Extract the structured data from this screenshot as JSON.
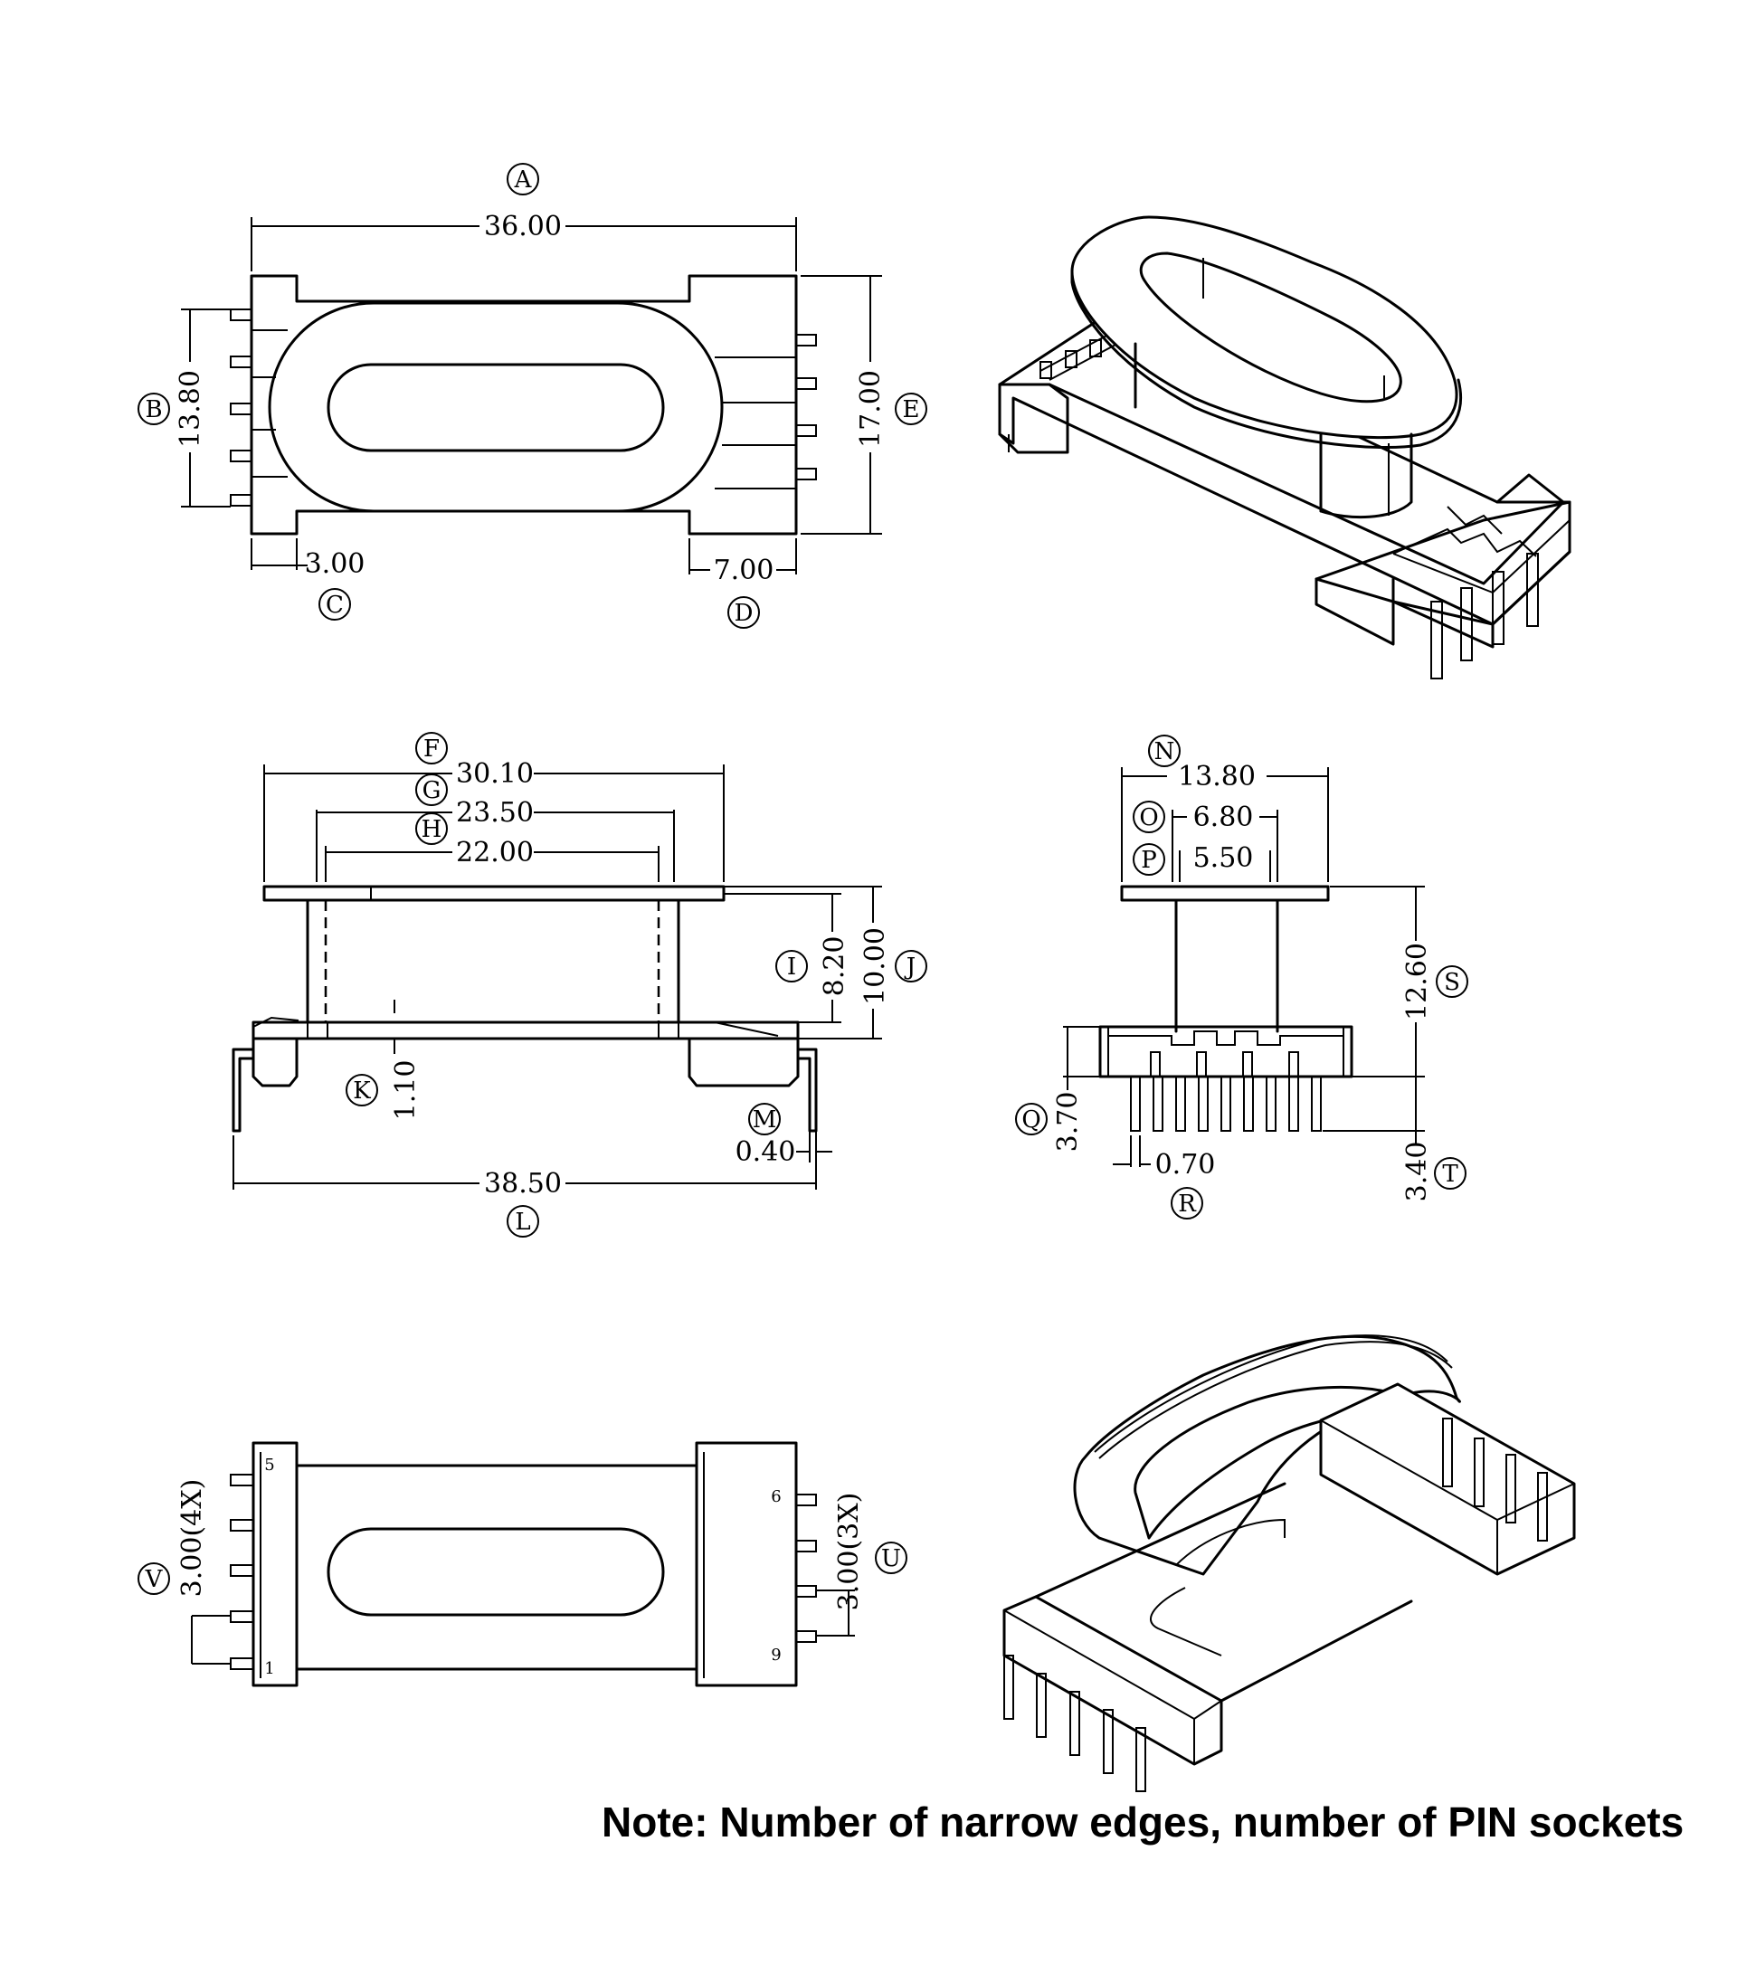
{
  "note": "Note: Number of narrow edges, number of PIN sockets",
  "top_view": {
    "dims": [
      {
        "letter": "A",
        "value": "36.00"
      },
      {
        "letter": "B",
        "value": "13.80"
      },
      {
        "letter": "C",
        "value": "3.00"
      },
      {
        "letter": "D",
        "value": "7.00"
      },
      {
        "letter": "E",
        "value": "17.00"
      }
    ]
  },
  "front_view": {
    "dims": [
      {
        "letter": "F",
        "value": "30.10"
      },
      {
        "letter": "G",
        "value": "23.50"
      },
      {
        "letter": "H",
        "value": "22.00"
      },
      {
        "letter": "I",
        "value": "8.20"
      },
      {
        "letter": "J",
        "value": "10.00"
      },
      {
        "letter": "K",
        "value": "1.10"
      },
      {
        "letter": "L",
        "value": "38.50"
      },
      {
        "letter": "M",
        "value": "0.40"
      }
    ]
  },
  "side_view": {
    "dims": [
      {
        "letter": "N",
        "value": "13.80"
      },
      {
        "letter": "O",
        "value": "6.80"
      },
      {
        "letter": "P",
        "value": "5.50"
      },
      {
        "letter": "Q",
        "value": "3.70"
      },
      {
        "letter": "R",
        "value": "0.70"
      },
      {
        "letter": "S",
        "value": "12.60"
      },
      {
        "letter": "T",
        "value": "3.40"
      }
    ]
  },
  "bottom_view": {
    "dims": [
      {
        "letter": "U",
        "value": "3.00(3X)"
      },
      {
        "letter": "V",
        "value": "3.00(4X)"
      }
    ],
    "pin_numbers": [
      "5",
      "1",
      "6",
      "9"
    ]
  }
}
